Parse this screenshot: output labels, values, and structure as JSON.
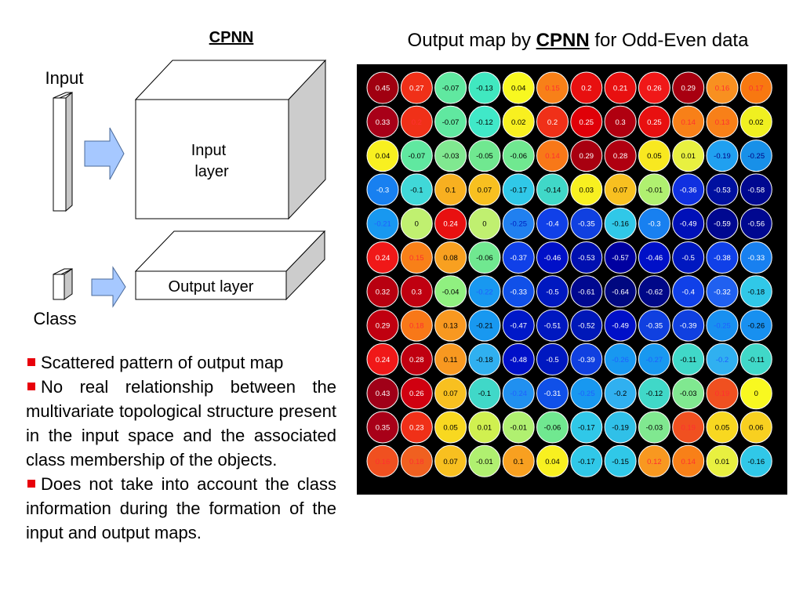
{
  "left_title": "CPNN",
  "right_title": {
    "prefix": "Output map by ",
    "bold": "CPNN",
    "suffix": " for Odd-Even data"
  },
  "diagram": {
    "input_label": "Input",
    "class_label": "Class",
    "input_layer_line1": "Input",
    "input_layer_line2": "layer",
    "output_layer_label": "Output layer"
  },
  "bullets": [
    "Scattered pattern of output map",
    "No real relationship between the multivariate topological structure present in the input space and the associated class membership of the objects.",
    "Does not take into account the class information during the formation of the input and output maps."
  ],
  "colors": {
    "bullet": "#e8000b",
    "arrow_fill": "#a6c8ff",
    "map_background": "#000000"
  },
  "chart_data": {
    "type": "heatmap",
    "rows": 12,
    "cols": 12,
    "values": [
      [
        "0.45",
        "0.27",
        "-0.07",
        "-0.13",
        "0.04",
        "0.15",
        "0.2",
        "0.21",
        "0.26",
        "0.29",
        "0.16",
        "0.17"
      ],
      [
        "0.33",
        "0.2",
        "-0.07",
        "-0.12",
        "0.02",
        "0.2",
        "0.25",
        "0.3",
        "0.25",
        "0.14",
        "0.13",
        "0.02"
      ],
      [
        "0.04",
        "-0.07",
        "-0.03",
        "-0.05",
        "-0.06",
        "0.14",
        "0.29",
        "0.28",
        "0.05",
        "0.01",
        "-0.19",
        "-0.25"
      ],
      [
        "-0.3",
        "-0.1",
        "0.1",
        "0.07",
        "-0.17",
        "-0.14",
        "0.03",
        "0.07",
        "-0.01",
        "-0.36",
        "-0.53",
        "-0.58"
      ],
      [
        "-0.21",
        "0",
        "0.24",
        "0",
        "-0.25",
        "-0.4",
        "-0.35",
        "-0.16",
        "-0.3",
        "-0.49",
        "-0.59",
        "-0.56"
      ],
      [
        "0.24",
        "0.15",
        "0.08",
        "-0.06",
        "-0.37",
        "-0.46",
        "-0.53",
        "-0.57",
        "-0.46",
        "-0.5",
        "-0.38",
        "-0.33"
      ],
      [
        "0.32",
        "0.3",
        "-0.04",
        "-0.22",
        "-0.33",
        "-0.5",
        "-0.61",
        "-0.64",
        "-0.62",
        "-0.4",
        "-0.32",
        "-0.18"
      ],
      [
        "0.29",
        "0.18",
        "0.13",
        "-0.21",
        "-0.47",
        "-0.51",
        "-0.52",
        "-0.49",
        "-0.35",
        "-0.39",
        "-0.25",
        "-0.26"
      ],
      [
        "0.24",
        "0.28",
        "0.11",
        "-0.18",
        "-0.48",
        "-0.5",
        "-0.39",
        "-0.26",
        "-0.27",
        "-0.11",
        "-0.2",
        "-0.11"
      ],
      [
        "0.43",
        "0.26",
        "0.07",
        "-0.1",
        "-0.24",
        "-0.31",
        "-0.25",
        "-0.2",
        "-0.12",
        "-0.03",
        "0.19",
        "0"
      ],
      [
        "0.35",
        "0.23",
        "0.05",
        "0.01",
        "-0.01",
        "-0.06",
        "-0.17",
        "-0.19",
        "-0.03",
        "0.19",
        "0.05",
        "0.06"
      ],
      [
        "0.16",
        "0.18",
        "0.07",
        "-0.01",
        "0.1",
        "0.04",
        "-0.17",
        "-0.15",
        "0.12",
        "0.14",
        "0.01",
        "-0.16"
      ]
    ],
    "colors": [
      [
        "#a00010",
        "#f03018",
        "#60e8a0",
        "#40e8c0",
        "#f8f820",
        "#f88018",
        "#e81010",
        "#e81010",
        "#f01818",
        "#a80010",
        "#f89020",
        "#f87810"
      ],
      [
        "#a80018",
        "#f03018",
        "#60e8a0",
        "#40e8c8",
        "#f8f020",
        "#f03018",
        "#e00008",
        "#b00010",
        "#e81010",
        "#f88018",
        "#f88018",
        "#f0f020"
      ],
      [
        "#f8f020",
        "#60e8a0",
        "#80e890",
        "#70e890",
        "#70e890",
        "#f87818",
        "#a80010",
        "#b00010",
        "#f8e820",
        "#e8f040",
        "#20a0f0",
        "#1890e8"
      ],
      [
        "#1880f0",
        "#40d8d8",
        "#f8b020",
        "#f8c020",
        "#30c8e8",
        "#40d8c8",
        "#f8f020",
        "#f8c020",
        "#b0f070",
        "#1030e0",
        "#0010a0",
        "#000890"
      ],
      [
        "#1898f0",
        "#c0f070",
        "#e81010",
        "#c0f070",
        "#2080f0",
        "#1040e8",
        "#1040e0",
        "#30c8e8",
        "#1880f0",
        "#0010b8",
        "#000890",
        "#000890"
      ],
      [
        "#f01818",
        "#f88018",
        "#f8a020",
        "#70e890",
        "#1040e8",
        "#0010c8",
        "#0010b0",
        "#0000a0",
        "#0010c8",
        "#0018c0",
        "#1040e8",
        "#1880f0"
      ],
      [
        "#b80010",
        "#c00010",
        "#90f080",
        "#1898f0",
        "#1050e8",
        "#0018c0",
        "#000890",
        "#000880",
        "#000888",
        "#1040e8",
        "#2060f0",
        "#30c8e8"
      ],
      [
        "#c00010",
        "#f87818",
        "#f89820",
        "#1898f0",
        "#0018c8",
        "#0018c0",
        "#0018b8",
        "#0010c8",
        "#1040e0",
        "#1040e0",
        "#1890f0",
        "#1890f0"
      ],
      [
        "#f01818",
        "#c00010",
        "#f89820",
        "#30b0f0",
        "#0010c8",
        "#0018c0",
        "#1040e0",
        "#1898f0",
        "#1898f0",
        "#40d8c8",
        "#30b0f0",
        "#40d8c8"
      ],
      [
        "#a00018",
        "#d00010",
        "#f8c020",
        "#40d8c8",
        "#2090f0",
        "#1050e8",
        "#1898f0",
        "#30b0f0",
        "#40d8c8",
        "#80e890",
        "#f05020",
        "#f8f820"
      ],
      [
        "#a80018",
        "#f03018",
        "#f8d820",
        "#d0f050",
        "#b0f070",
        "#70e890",
        "#30c8e8",
        "#30c0e8",
        "#80e890",
        "#f05020",
        "#f8d820",
        "#f8d020"
      ],
      [
        "#f05020",
        "#f06020",
        "#f8c020",
        "#b0f070",
        "#f8a020",
        "#f8f020",
        "#30c8e8",
        "#30c8e8",
        "#f89820",
        "#f88018",
        "#e8f040",
        "#30c8e8"
      ]
    ],
    "text_colors": [
      [
        "#ffffff",
        "#ffffff",
        "#000000",
        "#000000",
        "#000000",
        "#ff3030",
        "#ffffff",
        "#ffffff",
        "#ffffff",
        "#ffffff",
        "#ff3030",
        "#ff3030"
      ],
      [
        "#ffffff",
        "#ff3030",
        "#000000",
        "#000000",
        "#000000",
        "#ffffff",
        "#ffffff",
        "#ffffff",
        "#ffffff",
        "#ff3030",
        "#ff3030",
        "#000000"
      ],
      [
        "#000000",
        "#000000",
        "#000000",
        "#000000",
        "#000000",
        "#ff3030",
        "#ffffff",
        "#ffffff",
        "#000000",
        "#000000",
        "#000080",
        "#000080"
      ],
      [
        "#ffffff",
        "#000000",
        "#000000",
        "#000000",
        "#000000",
        "#000000",
        "#000000",
        "#000000",
        "#000000",
        "#ffffff",
        "#ffffff",
        "#ffffff"
      ],
      [
        "#2060ff",
        "#000000",
        "#ffffff",
        "#000000",
        "#0020c0",
        "#ffffff",
        "#ffffff",
        "#000000",
        "#ffffff",
        "#ffffff",
        "#ffffff",
        "#ffffff"
      ],
      [
        "#ffffff",
        "#ff3030",
        "#000000",
        "#000000",
        "#ffffff",
        "#ffffff",
        "#ffffff",
        "#ffffff",
        "#ffffff",
        "#ffffff",
        "#ffffff",
        "#ffffff"
      ],
      [
        "#ffffff",
        "#ffffff",
        "#000000",
        "#2060ff",
        "#ffffff",
        "#ffffff",
        "#ffffff",
        "#ffffff",
        "#ffffff",
        "#ffffff",
        "#ffffff",
        "#000000"
      ],
      [
        "#ffffff",
        "#ff3030",
        "#000000",
        "#000000",
        "#ffffff",
        "#ffffff",
        "#ffffff",
        "#ffffff",
        "#ffffff",
        "#ffffff",
        "#2060ff",
        "#000000"
      ],
      [
        "#ffffff",
        "#ffffff",
        "#000000",
        "#000000",
        "#ffffff",
        "#ffffff",
        "#ffffff",
        "#2060ff",
        "#2060ff",
        "#000000",
        "#2060ff",
        "#000000"
      ],
      [
        "#ffffff",
        "#ffffff",
        "#000000",
        "#000000",
        "#2060ff",
        "#ffffff",
        "#2060ff",
        "#000000",
        "#000000",
        "#000000",
        "#ff3030",
        "#000000"
      ],
      [
        "#ffffff",
        "#ffffff",
        "#000000",
        "#000000",
        "#000000",
        "#000000",
        "#000000",
        "#000000",
        "#000000",
        "#ff3030",
        "#000000",
        "#000000"
      ],
      [
        "#ff3030",
        "#ff3030",
        "#000000",
        "#000000",
        "#000000",
        "#000000",
        "#000000",
        "#000000",
        "#ff3030",
        "#ff3030",
        "#000000",
        "#000000"
      ]
    ]
  }
}
